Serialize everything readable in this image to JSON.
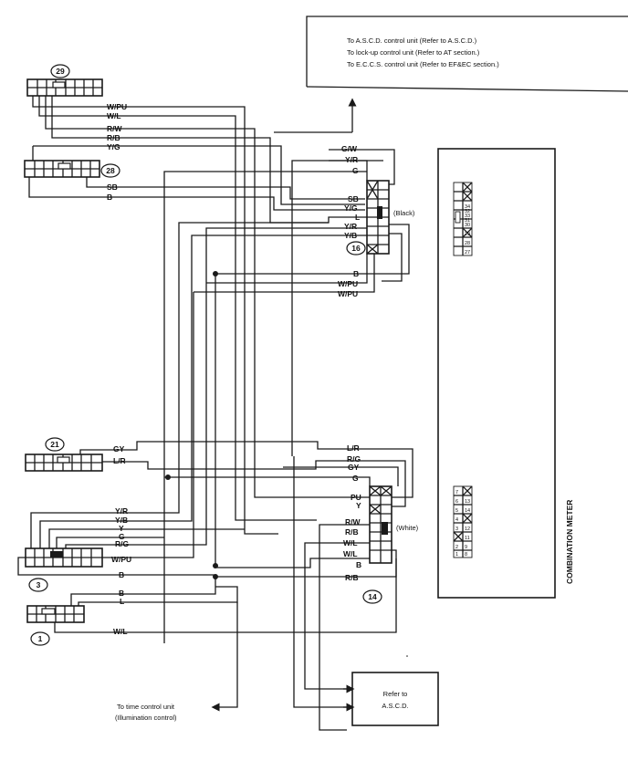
{
  "top_note": {
    "lines": [
      "To A.S.C.D. control unit (Refer to A.S.C.D.)",
      "To lock-up control unit (Refer to AT section.)",
      "To E.C.C.S. control unit (Refer to EF&EC section.)"
    ]
  },
  "connectors": {
    "c29": "29",
    "c28": "28",
    "c21": "21",
    "c3": "3",
    "c1": "1",
    "c16": "16",
    "c14": "14"
  },
  "connector_colors": {
    "c16": "(Black)",
    "c14": "(White)"
  },
  "upper_wires": [
    "W/PU",
    "W/L",
    "R/W",
    "R/B",
    "Y/G",
    "SB",
    "B"
  ],
  "conn16_pins": [
    "G/W",
    "Y/R",
    "G",
    "SB",
    "Y/G",
    "L",
    "Y/R",
    "Y/B",
    "B",
    "W/PU",
    "W/PU"
  ],
  "conn14_pins": [
    "L/R",
    "R/G",
    "GY",
    "G",
    "PU",
    "Y",
    "R/W",
    "R/B",
    "W/L",
    "W/L",
    "B",
    "R/B"
  ],
  "conn21_wires": [
    "GY",
    "L/R"
  ],
  "conn3_wires": [
    "Y/R",
    "Y/B",
    "Y",
    "G",
    "R/G",
    "W/PU",
    "B"
  ],
  "conn1_wires": [
    "B",
    "L",
    "W/L"
  ],
  "combination_meter": {
    "label": "COMBINATION METER",
    "upper_terminals": [
      "34",
      "33",
      "32",
      "31",
      "30",
      "29",
      "28",
      "27"
    ],
    "lower_terminals": [
      "7",
      "6",
      "5",
      "4",
      "3",
      "2",
      "1"
    ],
    "lower_terminals_right": [
      "13",
      "14",
      "12",
      "11",
      "9",
      "8"
    ]
  },
  "ascd_box": {
    "line1": "Refer to",
    "line2": "A.S.C.D."
  },
  "time_control_note": {
    "line1": "To time control unit",
    "line2": "(Illumination control)"
  }
}
